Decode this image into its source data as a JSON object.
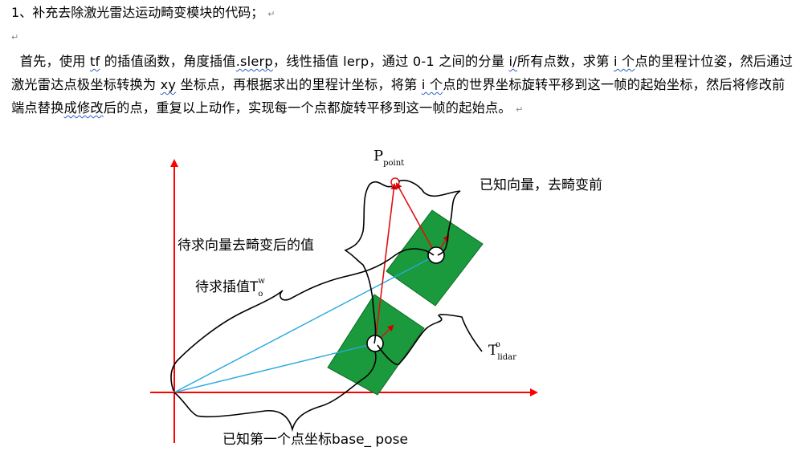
{
  "heading": {
    "number": "1、",
    "text": "补充去除激光雷达运动畸变模块的代码；"
  },
  "paragraph_mark": "↵",
  "paragraph": {
    "segments": [
      {
        "t": "首先，使用 ",
        "w": false
      },
      {
        "t": "tf",
        "w": true
      },
      {
        "t": " 的插值函数，角度插值",
        "w": false
      },
      {
        "t": ".slerp",
        "w": true
      },
      {
        "t": "，线性插值 lerp，通过 0-1 之间的分量 ",
        "w": false
      },
      {
        "t": "i/",
        "w": true
      },
      {
        "t": "所有点数，求第 ",
        "w": false
      },
      {
        "t": "i 个",
        "w": true
      },
      {
        "t": "点的里程计位姿，然后通过激光雷达点极坐标转换为 ",
        "w": false
      },
      {
        "t": "xy",
        "w": true
      },
      {
        "t": " 坐标点，再根据求出的里程计坐标，将第 ",
        "w": false
      },
      {
        "t": "i 个",
        "w": true
      },
      {
        "t": "点的世界坐标旋转平移到这一帧的起始坐标，然后将修改前端点替换",
        "w": false
      },
      {
        "t": "成修改",
        "w": true
      },
      {
        "t": "后的点，重复以上动作，实现每一个点都旋转平移到这一帧的起始点。",
        "w": false
      }
    ]
  },
  "diagram": {
    "p_point": {
      "main": "P",
      "sub": "point"
    },
    "label_known_vector": "已知向量，去畸变前",
    "label_target_vector": "待求向量去畸变后的值",
    "label_target_interp": {
      "text": "待求插值T",
      "sub": "o",
      "sup": "w"
    },
    "label_lidar": {
      "main": "T",
      "sub": "lidar",
      "sup": "o"
    },
    "label_base": "已知第一个点坐标base_ pose",
    "colors": {
      "axis": "#ff0000",
      "box": "#1a9a3c",
      "blue": "#29a9e0",
      "red_arrow": "#e01010"
    }
  }
}
